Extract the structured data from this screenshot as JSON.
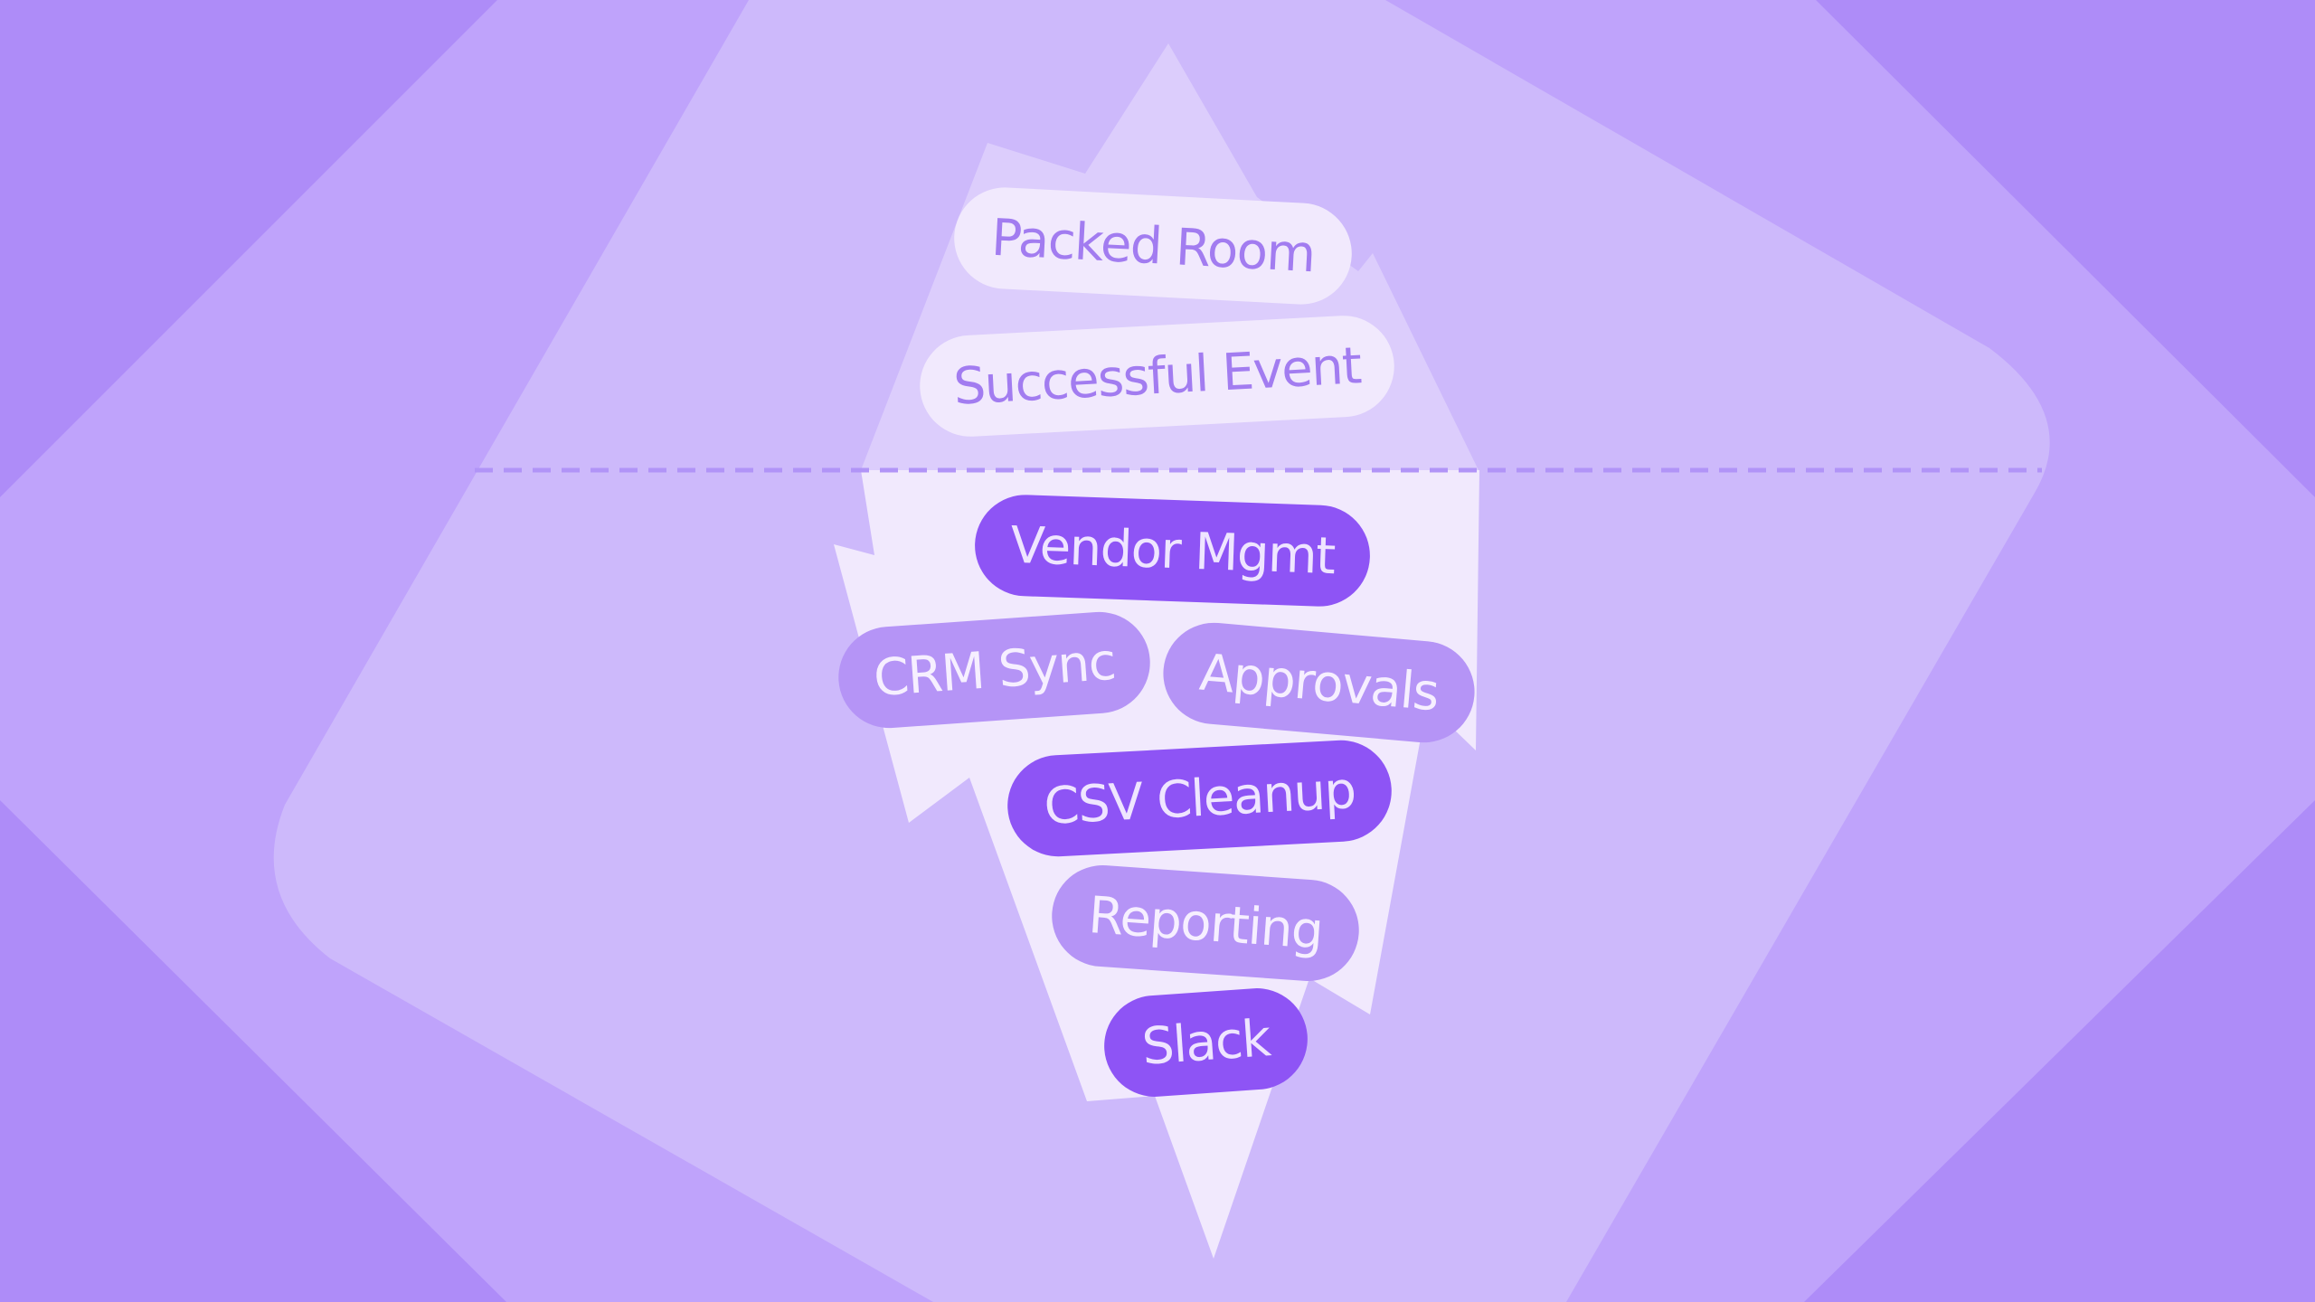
{
  "diagram": {
    "above_waterline": [
      {
        "label": "Packed Room"
      },
      {
        "label": "Successful Event"
      }
    ],
    "below_waterline": [
      {
        "label": "Vendor Mgmt"
      },
      {
        "label": "CRM Sync"
      },
      {
        "label": "Approvals"
      },
      {
        "label": "CSV Cleanup"
      },
      {
        "label": "Reporting"
      },
      {
        "label": "Slack"
      }
    ]
  },
  "colors": {
    "background_outer": "#ae8cf8",
    "background_mid": "#bfa3fb",
    "background_inner": "#cdb9fb",
    "iceberg_tip": "#dccdfc",
    "iceberg_body": "#f1e9fd",
    "waterline": "#b194f7",
    "pill_deep": "#8e54f5",
    "pill_mid": "#b594f6",
    "pill_surface": "#f1e9fd",
    "pill_surface_text": "#a27cf0"
  }
}
